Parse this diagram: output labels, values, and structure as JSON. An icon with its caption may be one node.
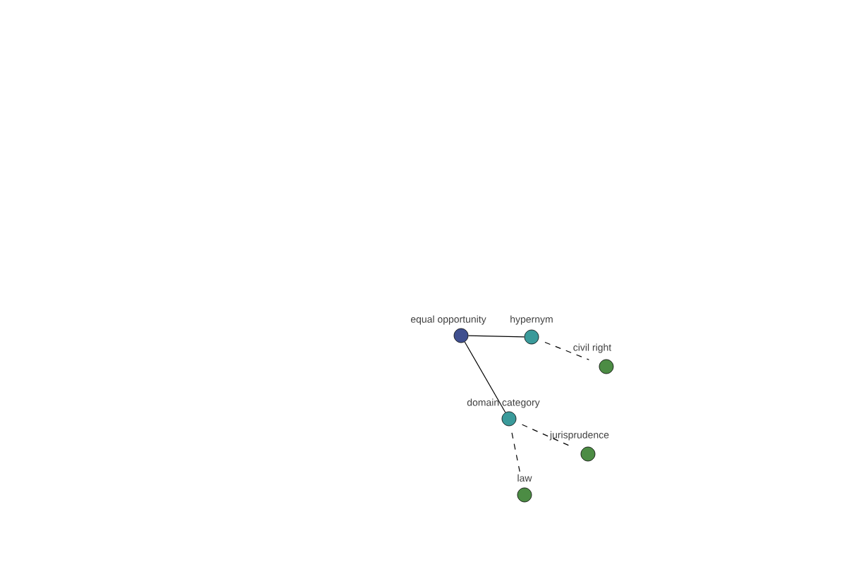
{
  "diagram": {
    "nodes": [
      {
        "text": [
          "equal opportunity"
        ]
      },
      {
        "text": [
          "hypernym"
        ]
      },
      {
        "text": [
          "domain category"
        ]
      },
      {
        "text": [
          "civil right"
        ]
      },
      {
        "text": [
          "jurisprudence"
        ]
      },
      {
        "text": [
          "law"
        ]
      }
    ],
    "edges": [
      {
        "from": 0,
        "to": 1,
        "arrow": "none"
      },
      {
        "from": 0,
        "to": 2,
        "arrow": "none"
      },
      {
        "from": 1,
        "to": 3,
        "arrow": "none",
        "style": "dashed"
      },
      {
        "from": 2,
        "to": 4,
        "arrow": "none",
        "style": "dashed"
      },
      {
        "from": 2,
        "to": 5,
        "arrow": "none",
        "style": "dashed"
      }
    ]
  }
}
